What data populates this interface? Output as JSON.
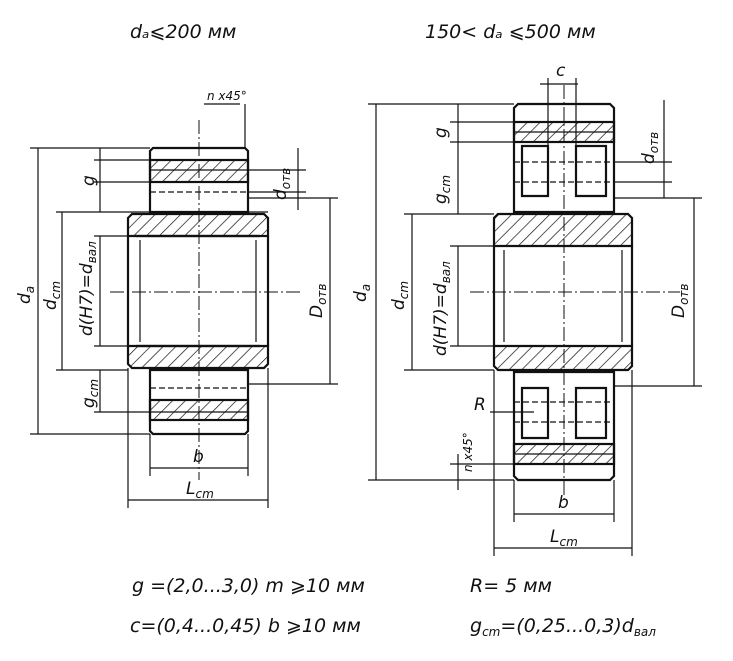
{
  "headings": {
    "left": "dₐ⩽200  мм",
    "right": "150< dₐ ⩽500  мм"
  },
  "labels": {
    "left": {
      "n45": "n x45°",
      "g": "g",
      "d_otv_top": "d",
      "d_otv_top_sub": "отв",
      "d_a": "d",
      "d_a_sub": "a",
      "d_cm": "d",
      "d_cm_sub": "cm",
      "d_h7": "d(H7)=d",
      "d_h7_sub": "вал",
      "D_otv": "D",
      "D_otv_sub": "отв",
      "g_cm": "g",
      "g_cm_sub": "cm",
      "b": "b",
      "L_cm": "L",
      "L_cm_sub": "cm"
    },
    "right": {
      "c": "c",
      "g": "g",
      "d_otv_top": "d",
      "d_otv_top_sub": "отв",
      "g_cm": "g",
      "g_cm_sub": "cm",
      "d_a": "d",
      "d_a_sub": "a",
      "d_cm": "d",
      "d_cm_sub": "cm",
      "d_h7": "d(H7)=d",
      "d_h7_sub": "вал",
      "D_otv": "D",
      "D_otv_sub": "отв",
      "R": "R",
      "n45": "n x45°",
      "b": "b",
      "L_cm": "L",
      "L_cm_sub": "cm"
    }
  },
  "formulas": {
    "line1_left": "g =(2,0...3,0)  m ⩾10  мм",
    "line1_right": "R= 5  мм",
    "line2_left": "c=(0,4...0,45)  b ⩾10  мм",
    "line2_right": "g",
    "line2_right_sub": "cm",
    "line2_right_rest": "=(0,25...0,3)d",
    "line2_right_sub2": "вал"
  }
}
